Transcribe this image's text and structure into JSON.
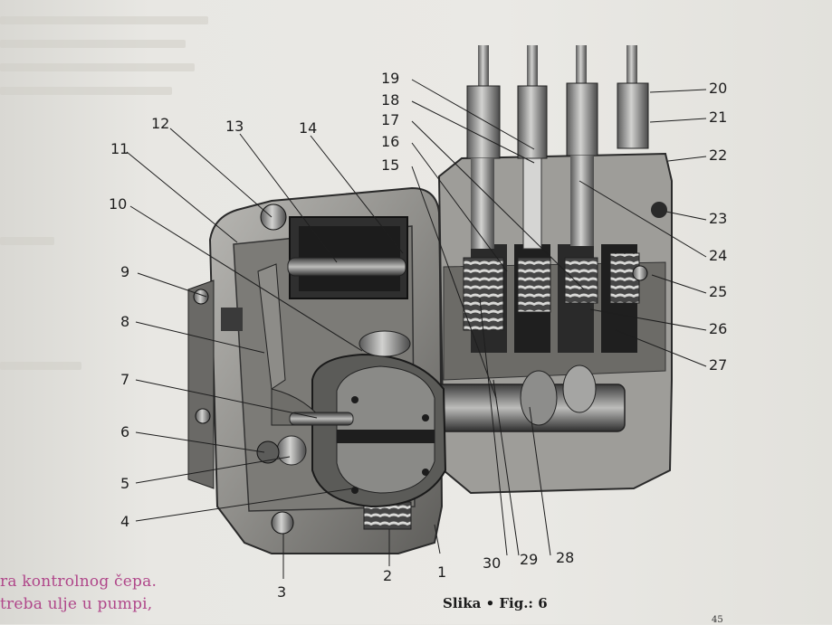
{
  "figure": {
    "caption": "Slika • Fig.: 6",
    "callouts": [
      {
        "id": "1",
        "label": "1"
      },
      {
        "id": "2",
        "label": "2"
      },
      {
        "id": "3",
        "label": "3"
      },
      {
        "id": "4",
        "label": "4"
      },
      {
        "id": "5",
        "label": "5"
      },
      {
        "id": "6",
        "label": "6"
      },
      {
        "id": "7",
        "label": "7"
      },
      {
        "id": "8",
        "label": "8"
      },
      {
        "id": "9",
        "label": "9"
      },
      {
        "id": "10",
        "label": "10"
      },
      {
        "id": "11",
        "label": "11"
      },
      {
        "id": "12",
        "label": "12"
      },
      {
        "id": "13",
        "label": "13"
      },
      {
        "id": "14",
        "label": "14"
      },
      {
        "id": "15",
        "label": "15"
      },
      {
        "id": "16",
        "label": "16"
      },
      {
        "id": "17",
        "label": "17"
      },
      {
        "id": "18",
        "label": "18"
      },
      {
        "id": "19",
        "label": "19"
      },
      {
        "id": "20",
        "label": "20"
      },
      {
        "id": "21",
        "label": "21"
      },
      {
        "id": "22",
        "label": "22"
      },
      {
        "id": "23",
        "label": "23"
      },
      {
        "id": "24",
        "label": "24"
      },
      {
        "id": "25",
        "label": "25"
      },
      {
        "id": "26",
        "label": "26"
      },
      {
        "id": "27",
        "label": "27"
      },
      {
        "id": "28",
        "label": "28"
      },
      {
        "id": "29",
        "label": "29"
      },
      {
        "id": "30",
        "label": "30"
      }
    ]
  },
  "body_text": {
    "line1": "ra kontrolnog čepa.",
    "line2": "treba ulje u pumpi,"
  },
  "page_number": "45"
}
